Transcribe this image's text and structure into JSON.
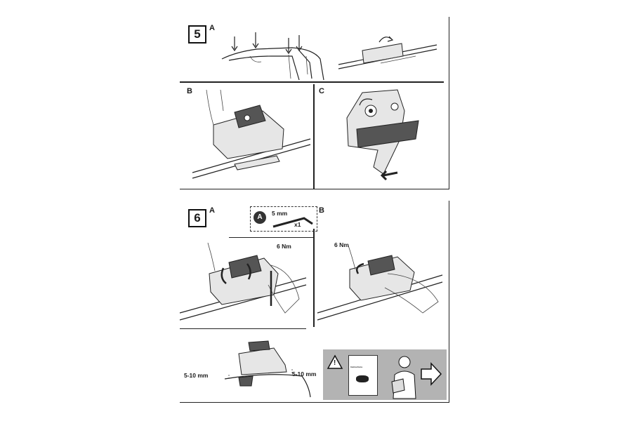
{
  "step5": {
    "number": "5",
    "labels": {
      "a": "A",
      "b": "B",
      "c": "C"
    }
  },
  "step6": {
    "number": "6",
    "labels": {
      "a": "A",
      "b": "B"
    },
    "tool": {
      "badge": "A",
      "size": "5 mm",
      "qty": "x1"
    },
    "torque_a": "6 Nm",
    "torque_b": "6 Nm",
    "gap_left": "5-10 mm",
    "gap_right": "5-10 mm",
    "warning": {
      "symbol": "!",
      "booklet_title": "Instructions"
    }
  },
  "colors": {
    "line": "#222222",
    "panel_gray": "#b3b3b3",
    "part_fill": "#e6e6e6"
  }
}
